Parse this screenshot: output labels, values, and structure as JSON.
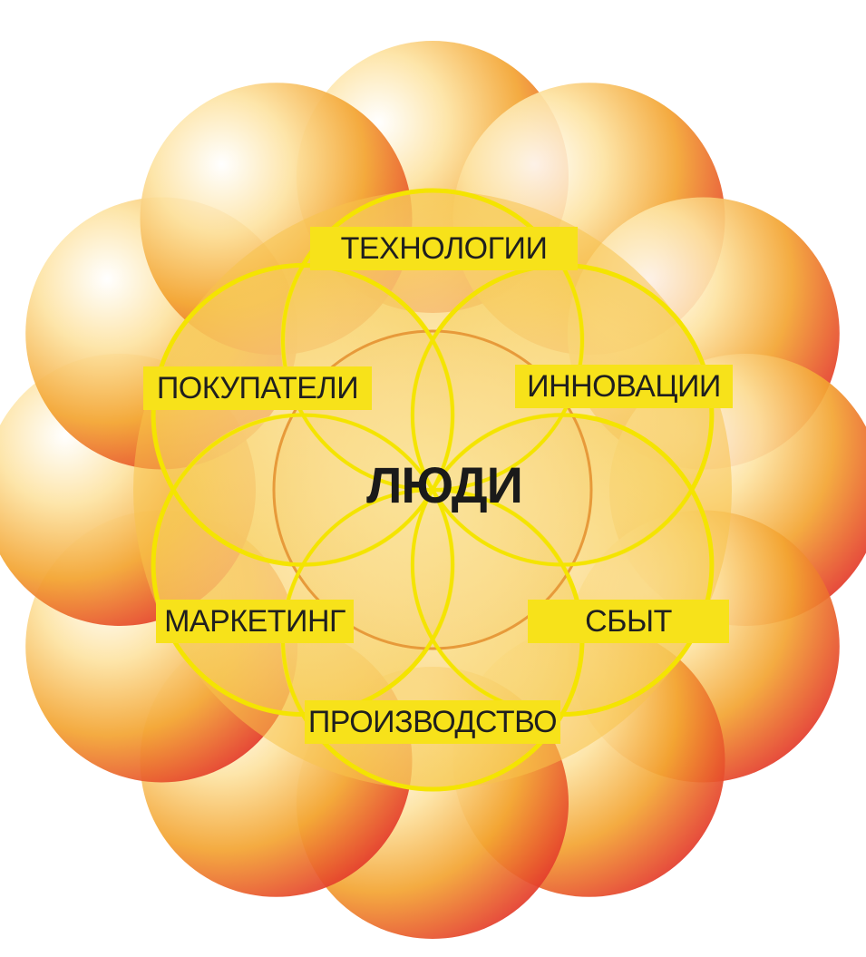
{
  "center": {
    "label": "ЛЮДИ"
  },
  "segments": [
    {
      "id": "technology",
      "label": "ТЕХНОЛОГИИ"
    },
    {
      "id": "customers",
      "label": "ПОКУПАТЕЛИ"
    },
    {
      "id": "innovation",
      "label": "ИННОВАЦИИ"
    },
    {
      "id": "marketing",
      "label": "МАРКЕТИНГ"
    },
    {
      "id": "sales",
      "label": "СБЫТ"
    },
    {
      "id": "production",
      "label": "ПРОИЗВОДСТВО"
    }
  ],
  "colors": {
    "outer_petal_edge": "#e0202a",
    "outer_petal_mid": "#f3a431",
    "outer_petal_light": "#fde3a2",
    "inner_fill": "#f5c84a",
    "inner_stroke": "#f4e400",
    "center_stroke": "#e79a3a",
    "label_bg": "#f7e21a",
    "label_text": "#1f1f1f"
  }
}
